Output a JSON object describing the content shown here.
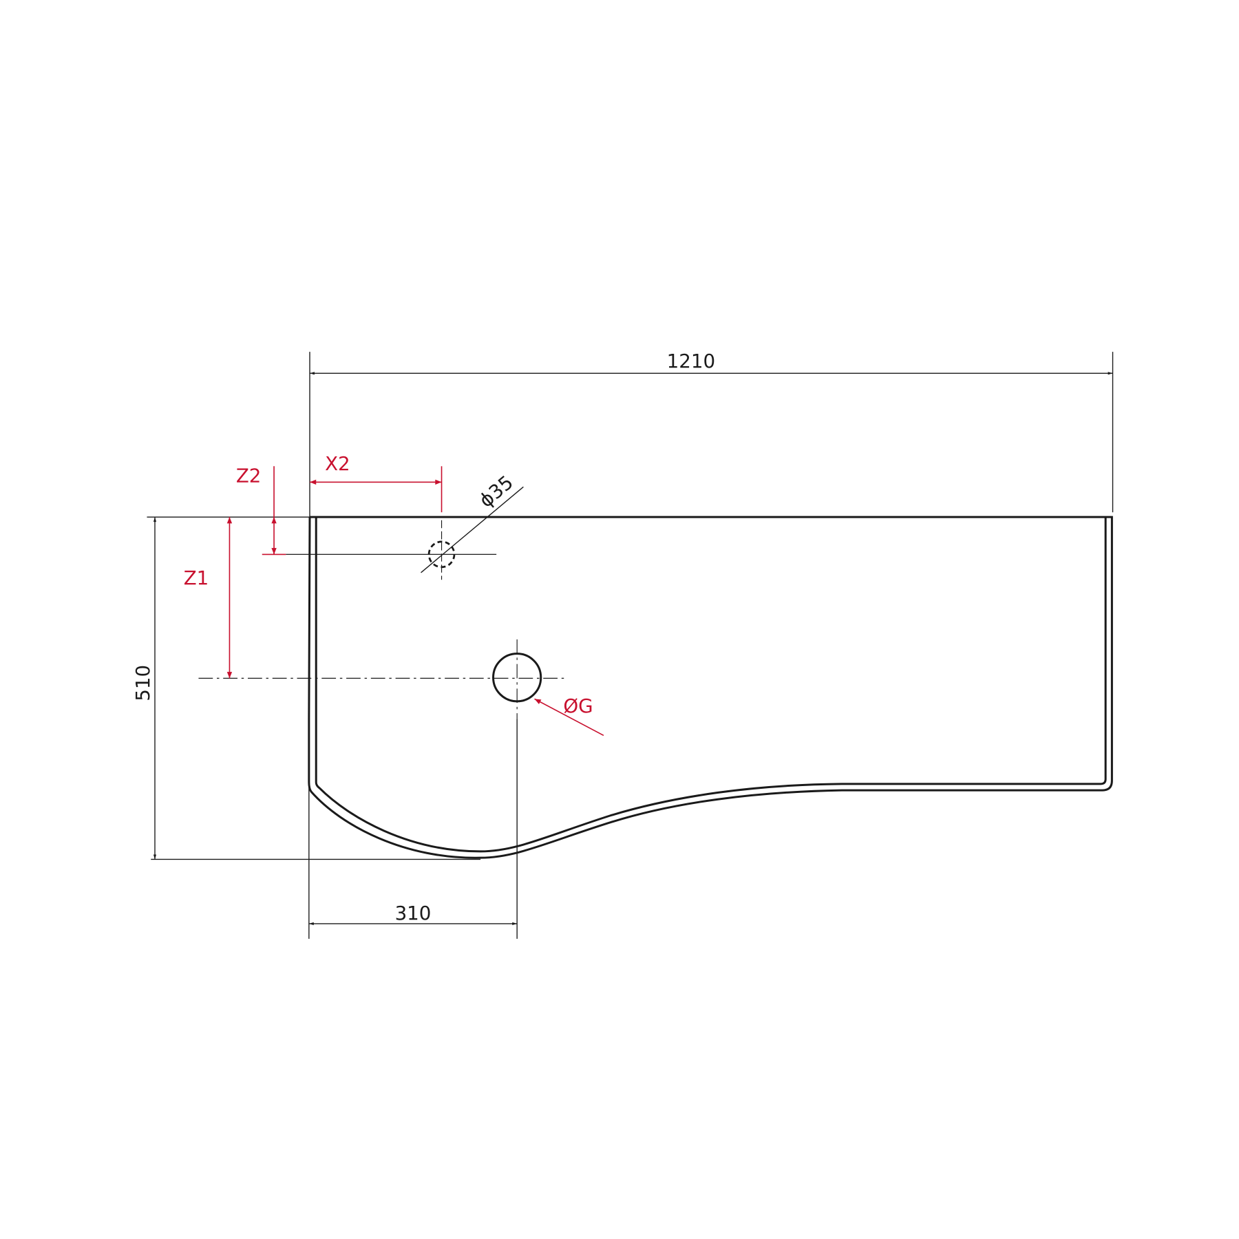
{
  "colors": {
    "outline": "#1a1a1a",
    "variable_dimension": "#c8102e"
  },
  "dimensions": {
    "width": "1210",
    "depth": "510",
    "drain_offset": "310",
    "tap_hole": "ϕ35"
  },
  "variable_dimensions": {
    "x2": "X2",
    "z1": "Z1",
    "z2": "Z2",
    "drain_diameter": "ØG"
  }
}
